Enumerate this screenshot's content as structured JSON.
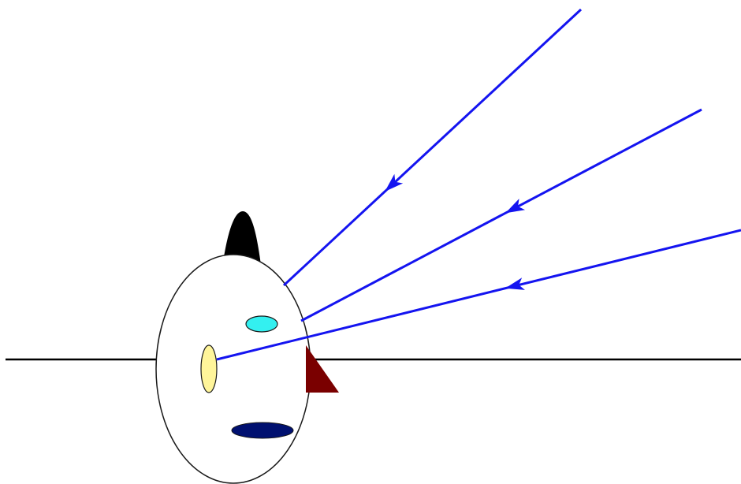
{
  "colors": {
    "background": "#ffffff",
    "ray": "#1414f0",
    "axis": "#000000",
    "outline": "#1a1a1a",
    "head_fill": "#ffffff",
    "top_crest": "#000000",
    "nose_tip": "#7a0000",
    "upper_spot": "#33f0f0",
    "center_spot": "#fff59a",
    "lower_spot": "#001070"
  },
  "elements": {
    "rays": [
      {
        "id": "ray-top"
      },
      {
        "id": "ray-middle"
      },
      {
        "id": "ray-lower"
      }
    ],
    "spots": [
      {
        "id": "upper-spot",
        "color_key": "upper_spot"
      },
      {
        "id": "center-spot",
        "color_key": "center_spot"
      },
      {
        "id": "lower-spot",
        "color_key": "lower_spot"
      }
    ]
  }
}
